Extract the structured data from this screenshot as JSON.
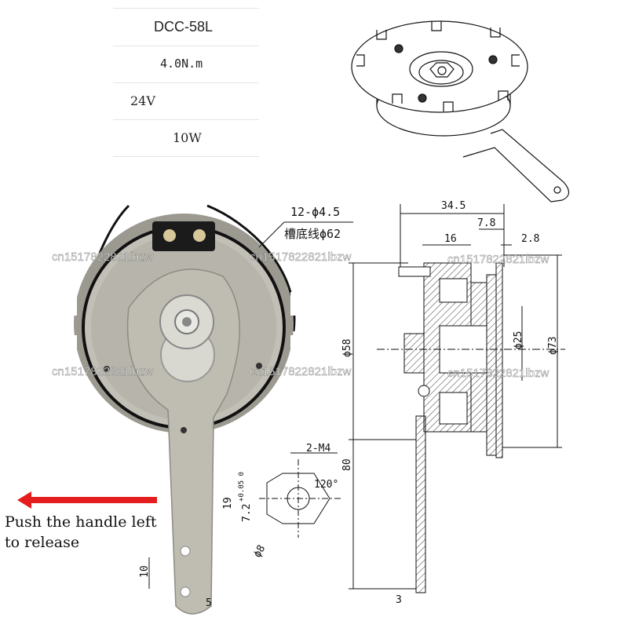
{
  "specs": {
    "model": "DCC-58L",
    "torque": "4.0N.m",
    "voltage": "24V",
    "power": "10W"
  },
  "annotations": {
    "holes": "12-ϕ4.5",
    "groove": "槽底线ϕ62",
    "thread": "2-M4",
    "angle": "120°",
    "dim_19": "19",
    "dim_72": "7.2",
    "tol_72": "+0.05\n0",
    "dim_d8": "ϕ8",
    "dim_10": "10",
    "dim_5": "5",
    "dim_345": "34.5",
    "dim_78": "7.8",
    "dim_16": "16",
    "dim_28": "2.8",
    "dim_d58": "ϕ58",
    "dim_d25": "ϕ25",
    "dim_d73": "ϕ73",
    "dim_80": "80",
    "dim_3": "3"
  },
  "watermark": "cn1517822821lbzw",
  "caption": {
    "line1": "Push the handle left",
    "line2": "to release"
  },
  "colors": {
    "arrow": "#e41e1e",
    "metal": "#b9b7ad",
    "hatch": "#333333"
  }
}
